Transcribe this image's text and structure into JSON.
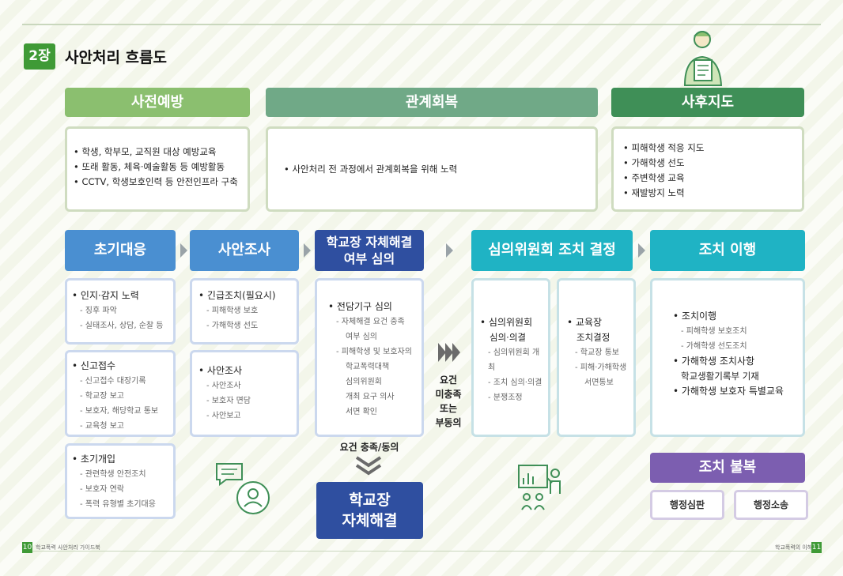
{
  "chapter": {
    "badge": "2장",
    "title": "사안처리 흐름도"
  },
  "phases": [
    {
      "title": "사전예방",
      "color": "#8bbf6f",
      "items": [
        "학생, 학부모, 교직원 대상 예방교육",
        "또래 활동, 체육·예술활동 등 예방활동",
        "CCTV, 학생보호인력 등 안전인프라 구축"
      ]
    },
    {
      "title": "관계회복",
      "color": "#70a987",
      "items": [
        "사안처리 전 과정에서 관계회복을 위해 노력"
      ]
    },
    {
      "title": "사후지도",
      "color": "#3f8f57",
      "items": [
        "피해학생 적응 지도",
        "가해학생 선도",
        "주변학생 교육",
        "재발방지 노력"
      ]
    }
  ],
  "steps": {
    "initial": {
      "title": "초기대응",
      "box1": {
        "main": "인지·감지 노력",
        "subs": [
          "징후 파악",
          "실태조사, 상담, 순찰 등"
        ]
      },
      "box2": {
        "main": "신고접수",
        "subs": [
          "신고접수 대장기록",
          "학교장 보고",
          "보호자, 해당학교 통보",
          "교육청 보고"
        ]
      },
      "box3": {
        "main": "초기개입",
        "subs": [
          "관련학생 안전조치",
          "보호자 연락",
          "폭력 유형별 초기대응"
        ]
      }
    },
    "investigation": {
      "title": "사안조사",
      "box1": {
        "main": "긴급조치(필요시)",
        "subs": [
          "피해학생 보호",
          "가해학생 선도"
        ]
      },
      "box2": {
        "main": "사안조사",
        "subs": [
          "사안조사",
          "보호자 면담",
          "사안보고"
        ]
      }
    },
    "selfres": {
      "title_l1": "학교장 자체해결",
      "title_l2": "여부 심의",
      "box": {
        "main": "전담기구 심의",
        "subs": [
          "자체해결 요건 충족",
          "여부 심의",
          "피해학생 및 보호자의",
          "학교폭력대책",
          "심의위원회",
          "개최 요구 의사",
          "서면 확인"
        ]
      },
      "met_label": "요건 충족/동의",
      "result_l1": "학교장",
      "result_l2": "자체해결"
    },
    "unmet_label": [
      "요건",
      "미충족",
      "또는",
      "부동의"
    ],
    "committee": {
      "title": "심의위원회 조치 결정",
      "box1": {
        "main_l1": "심의위원회",
        "main_l2": "심의·의결",
        "subs": [
          "심의위원회 개최",
          "조치 심의·의결",
          "분쟁조정"
        ]
      },
      "box2": {
        "main_l1": "교육장",
        "main_l2": "조치결정",
        "subs": [
          "학교장 통보",
          "피해·가해학생",
          "서면통보"
        ]
      }
    },
    "implement": {
      "title": "조치 이행",
      "items": [
        {
          "main": "조치이행",
          "subs": [
            "피해학생 보호조치",
            "가해학생 선도조치"
          ]
        },
        {
          "main": "가해학생 조치사항",
          "cont": "학교생활기록부 기재"
        },
        {
          "main": "가해학생 보호자 특별교육"
        }
      ]
    },
    "appeal": {
      "title": "조치 불복",
      "options": [
        "행정심판",
        "행정소송"
      ]
    }
  },
  "footer": {
    "left_page": "10",
    "left_text": "학교폭력 사안처리 가이드북",
    "right_page": "11",
    "right_text": "학교폭력의 이해"
  },
  "colors": {
    "blue": "#4a8fd1",
    "navy": "#2f4fa0",
    "teal": "#1fb3c4",
    "purple": "#7c5eb0",
    "green": "#3f9a36"
  },
  "icons": [
    "reader-figure-icon",
    "chat-bubble-icon",
    "person-icon",
    "presentation-icon",
    "triple-chevron-icon",
    "down-arrow-icon"
  ]
}
